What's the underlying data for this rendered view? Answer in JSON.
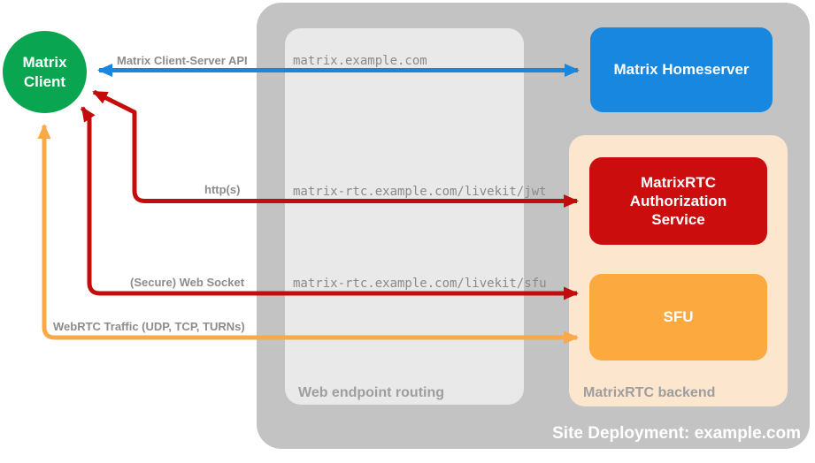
{
  "containers": {
    "site_deployment_label": "Site Deployment: example.com",
    "web_endpoint_routing_label": "Web endpoint routing",
    "matrixrtc_backend_label": "MatrixRTC backend"
  },
  "nodes": {
    "matrix_client": "Matrix Client",
    "matrix_homeserver": "Matrix Homeserver",
    "matrixrtc_authorization_service": "MatrixRTC Authorization Service",
    "sfu": "SFU"
  },
  "endpoints": [
    "matrix.example.com",
    "matrix-rtc.example.com/livekit/jwt",
    "matrix-rtc.example.com/livekit/sfu"
  ],
  "edges": [
    {
      "label": "Matrix Client-Server API",
      "from": "Matrix Client",
      "to": "Matrix Homeserver",
      "color": "#1787e0",
      "bidirectional": true
    },
    {
      "label": "http(s)",
      "from": "Matrix Client",
      "to": "MatrixRTC Authorization Service",
      "color": "#c40c0c",
      "bidirectional": true
    },
    {
      "label": "(Secure) Web Socket",
      "from": "Matrix Client",
      "to": "SFU",
      "color": "#c40c0c",
      "bidirectional": true
    },
    {
      "label": "WebRTC Traffic (UDP, TCP, TURNs)",
      "from": "Matrix Client",
      "to": "SFU",
      "color": "#f9a948",
      "bidirectional": true
    }
  ],
  "colors": {
    "client_green": "#09a551",
    "homeserver_blue": "#1787e0",
    "auth_red": "#cb0d0d",
    "sfu_orange": "#fca93f",
    "backend_peach": "#fce6ce",
    "routing_gray": "#e9e9e9",
    "site_gray": "#c3c3c3",
    "label_gray": "#8c8c8c"
  }
}
